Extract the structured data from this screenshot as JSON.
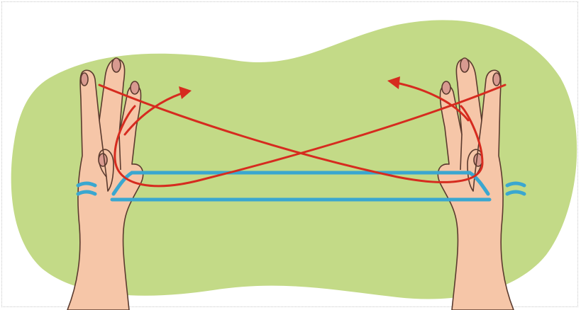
{
  "title_fragment": {
    "open_quote": "“",
    "dash": "–",
    "close_quote": "”"
  },
  "colors": {
    "background_blob": "#c3da87",
    "skin": "#f6c6a8",
    "skin_outline": "#5a3a2e",
    "nail": "#d89a90",
    "blue_string": "#3aa7d0",
    "red_string": "#d62b1f"
  },
  "icons": [
    "left-hand-illustration",
    "right-hand-illustration",
    "red-arrow-left",
    "red-arrow-right"
  ]
}
